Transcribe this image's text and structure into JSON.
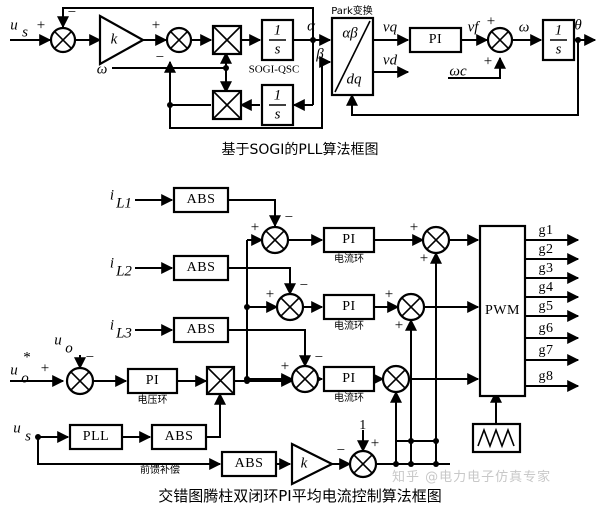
{
  "figures": [
    {
      "id": "sogi-pll",
      "caption": "基于SOGI的PLL算法框图",
      "signals": {
        "input": "u",
        "input_sub": "s",
        "omega": "ω",
        "alpha": "α",
        "beta": "β",
        "vq": "vq",
        "vd": "vd",
        "vf": "vf",
        "omega_out": "ω",
        "omega_c": "ωc",
        "theta": "θ"
      },
      "blocks": {
        "gain_k": "k",
        "integrator_num": "1",
        "integrator_den": "s",
        "sogi_label": "SOGI-QSC",
        "park_title": "Park变换",
        "park_in": "αβ",
        "park_out": "dq",
        "pi": "PI"
      },
      "signs": {
        "s1_plus": "+",
        "s1_minus": "−",
        "s2_plus": "+",
        "s2_minus": "−",
        "s3_plus_a": "+",
        "s3_plus_b": "+"
      }
    },
    {
      "id": "totem-pole-pi",
      "caption": "交错图腾柱双闭环PI平均电流控制算法框图",
      "current_inputs": [
        {
          "label": "i",
          "sub": "L1"
        },
        {
          "label": "i",
          "sub": "L2"
        },
        {
          "label": "i",
          "sub": "L3"
        }
      ],
      "voltage_inputs": [
        {
          "label": "u",
          "sub": "o",
          "sup": ""
        },
        {
          "label": "u",
          "sub": "o",
          "sup": "*"
        }
      ],
      "grid_input": {
        "label": "u",
        "sub": "s"
      },
      "blocks": {
        "abs": "ABS",
        "pi": "PI",
        "pll": "PLL",
        "pwm": "PWM",
        "gain_k": "k",
        "current_loop_cn": "电流环",
        "voltage_loop_cn": "电压环",
        "feedforward_cn": "前馈补偿",
        "carrier": "carrier-triangle"
      },
      "constant_one": "1",
      "pwm_outputs": [
        "g1",
        "g2",
        "g3",
        "g4",
        "g5",
        "g6",
        "g7",
        "g8"
      ],
      "signs": {
        "plus": "+",
        "minus": "−"
      }
    }
  ],
  "watermark": "知乎 @电力电子仿真专家",
  "colors": {
    "line": "#000000",
    "background": "#ffffff",
    "watermark": "#c8c8c8"
  }
}
